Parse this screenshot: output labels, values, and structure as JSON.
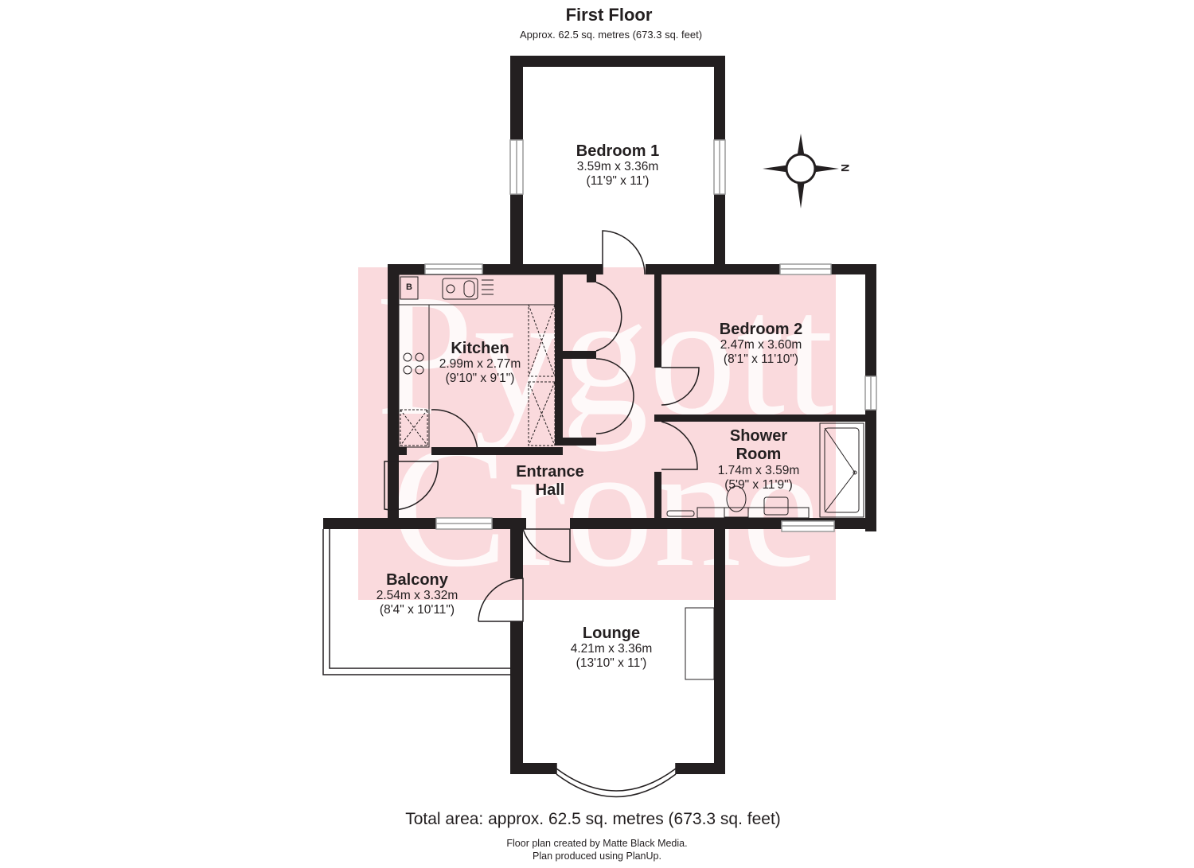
{
  "header": {
    "title": "First Floor",
    "subtitle": "Approx. 62.5 sq. metres (673.3 sq. feet)"
  },
  "rooms": [
    {
      "id": "bedroom-1",
      "name": "Bedroom 1",
      "metric": "3.59m x 3.36m",
      "imperial": "(11'9\" x 11')"
    },
    {
      "id": "bedroom-2",
      "name": "Bedroom 2",
      "metric": "2.47m x 3.60m",
      "imperial": "(8'1\" x 11'10\")"
    },
    {
      "id": "kitchen",
      "name": "Kitchen",
      "metric": "2.99m x 2.77m",
      "imperial": "(9'10\" x 9'1\")"
    },
    {
      "id": "shower-room",
      "name": "Shower Room",
      "metric": "1.74m x 3.59m",
      "imperial": "(5'9\" x 11'9\")"
    },
    {
      "id": "entrance-hall",
      "name": "Entrance Hall",
      "metric": "",
      "imperial": ""
    },
    {
      "id": "balcony",
      "name": "Balcony",
      "metric": "2.54m x 3.32m",
      "imperial": "(8'4\" x 10'11\")"
    },
    {
      "id": "lounge",
      "name": "Lounge",
      "metric": "4.21m x 3.36m",
      "imperial": "(13'10\" x 11')"
    }
  ],
  "labels": {
    "boiler": "B",
    "compass": "N"
  },
  "watermark": {
    "line1": "Pygott",
    "line2": "Crone",
    "color": "#fadadd"
  },
  "colors": {
    "wall": "#231f20",
    "window_frame": "#9a9a9a"
  },
  "footer": {
    "total_area": "Total area: approx. 62.5 sq. metres (673.3 sq. feet)",
    "credit_line1": "Floor plan created by Matte Black Media.",
    "credit_line2": "Plan produced using PlanUp."
  }
}
